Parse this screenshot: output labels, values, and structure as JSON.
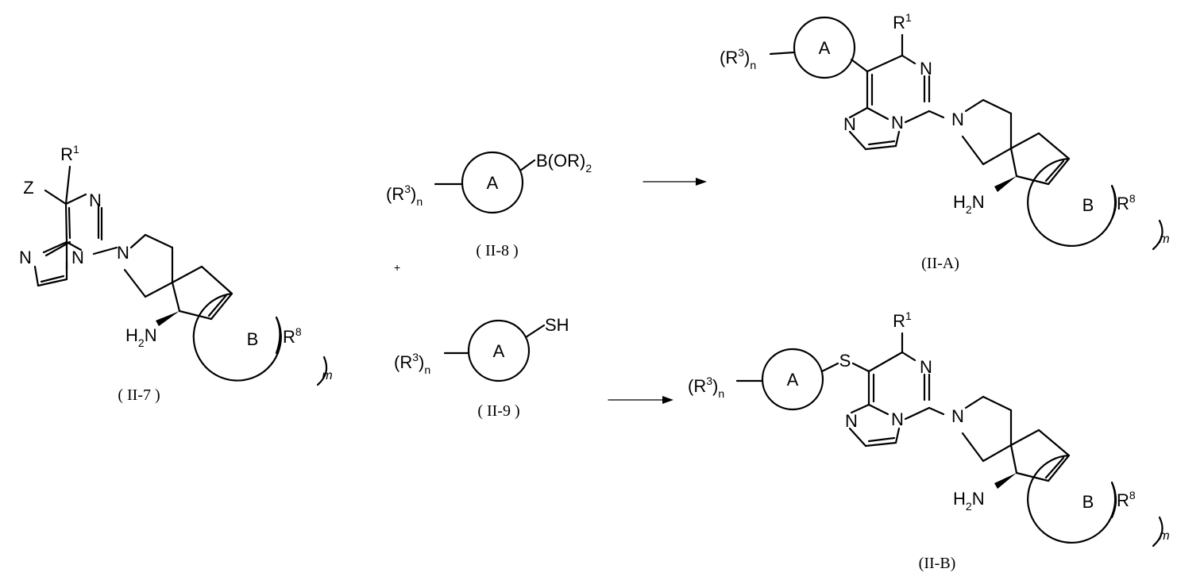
{
  "compounds": {
    "ii7": {
      "label": "( II-7 )",
      "atoms": {
        "z": "Z",
        "r": "R",
        "r_sup": "1",
        "n1": "N",
        "n2": "N",
        "n3": "N",
        "n4": "N",
        "h2n_h": "H",
        "h2n_sub": "2",
        "h2n_n": "N",
        "ring_b": "B",
        "r8": "R",
        "r8_sup": "8",
        "m": "m"
      }
    },
    "ii8": {
      "label": "( II-8 )",
      "atoms": {
        "r3": "(R",
        "r3_sup": "3",
        "r3_close": ")",
        "n_sub": "n",
        "ring_a": "A",
        "boron": "B(OR)",
        "boron_sub": "2"
      }
    },
    "ii9": {
      "label": "( II-9 )",
      "atoms": {
        "r3": "(R",
        "r3_sup": "3",
        "r3_close": ")",
        "n_sub": "n",
        "ring_a": "A",
        "sh": "SH"
      }
    },
    "iia": {
      "label": "(II-A)",
      "atoms": {
        "r3": "(R",
        "r3_sup": "3",
        "r3_close": ")",
        "n_sub": "n",
        "ring_a": "A",
        "r": "R",
        "r_sup": "1",
        "n1": "N",
        "n2": "N",
        "n3": "N",
        "n4": "N",
        "h2n_h": "H",
        "h2n_sub": "2",
        "h2n_n": "N",
        "ring_b": "B",
        "r8": "R",
        "r8_sup": "8",
        "m": "m"
      }
    },
    "iib": {
      "label": "(II-B)",
      "atoms": {
        "r3": "(R",
        "r3_sup": "3",
        "r3_close": ")",
        "n_sub": "n",
        "ring_a": "A",
        "s": "S",
        "r": "R",
        "r_sup": "1",
        "n1": "N",
        "n2": "N",
        "n3": "N",
        "n4": "N",
        "h2n_h": "H",
        "h2n_sub": "2",
        "h2n_n": "N",
        "ring_b": "B",
        "r8": "R",
        "r8_sup": "8",
        "m": "m"
      }
    }
  },
  "plus_sign": "+"
}
